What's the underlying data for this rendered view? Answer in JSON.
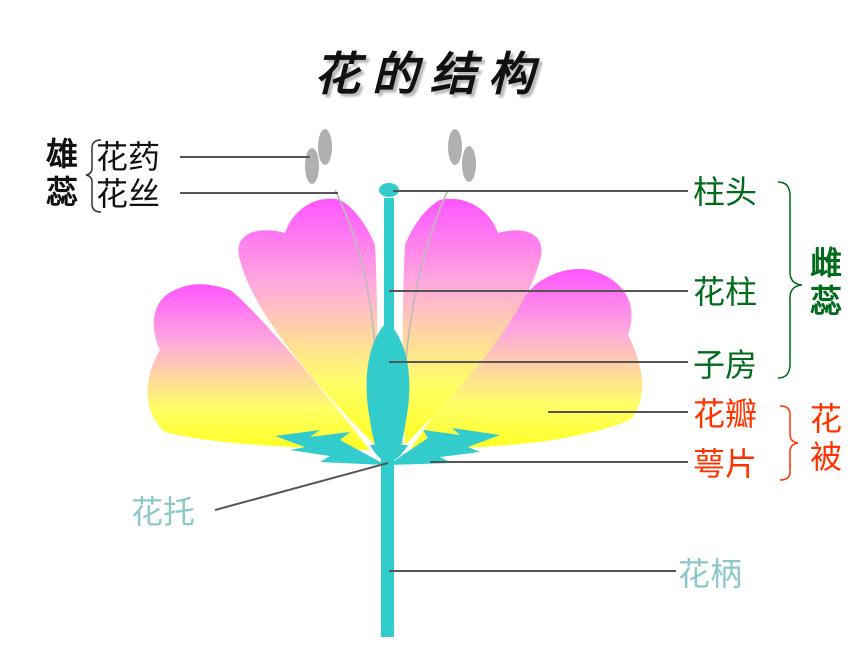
{
  "title": "花的结构",
  "stamen": {
    "group_label": [
      "雄",
      "蕊"
    ],
    "parts": [
      "花药",
      "花丝"
    ]
  },
  "pistil": {
    "group_label": [
      "雌",
      "蕊"
    ],
    "parts": [
      "柱头",
      "花柱",
      "子房"
    ]
  },
  "perianth": {
    "group_label": [
      "花",
      "被"
    ],
    "parts": [
      "花瓣",
      "萼片"
    ]
  },
  "other_parts": {
    "receptacle": "花托",
    "pedicel": "花柄"
  },
  "colors": {
    "title": "#111111",
    "stamen_labels": "#111111",
    "pistil_labels": "#006b1a",
    "perianth_labels": "#ff3300",
    "other_labels": "#8cc8c8",
    "stem": "#33cccc",
    "anther": "#b0b0b0",
    "petal_top": "#ff66ff",
    "petal_bottom": "#ffff33"
  }
}
